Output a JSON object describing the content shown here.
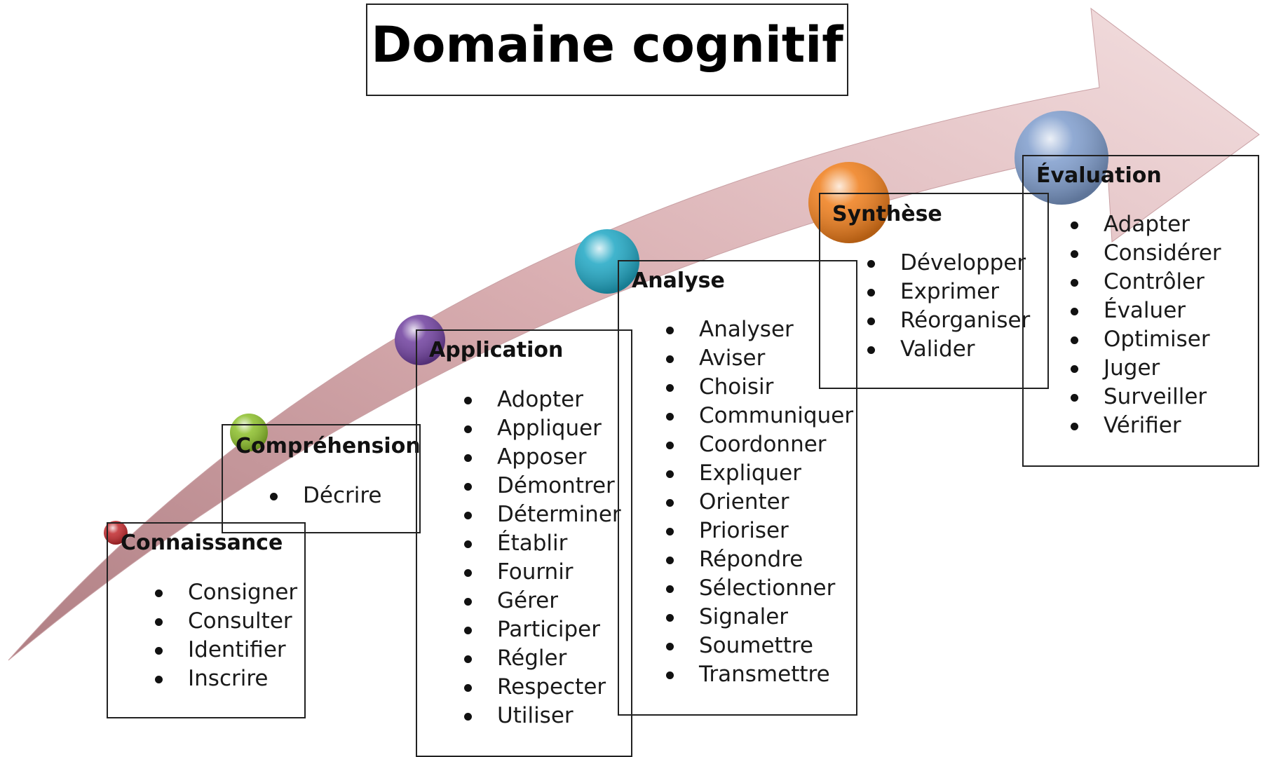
{
  "title": "Domaine cognitif",
  "colors": {
    "arrow": "#c98f93",
    "connaissance": "#c0282c",
    "comprehension": "#8cbf2a",
    "application": "#6f3f9e",
    "analyse": "#1fa7c4",
    "synthese": "#ef7d1a",
    "evaluation": "#7e9ccc"
  },
  "levels": [
    {
      "id": "connaissance",
      "title": "Connaissance",
      "color_key": "connaissance",
      "verbs": [
        "Consigner",
        "Consulter",
        "Identifier",
        "Inscrire"
      ]
    },
    {
      "id": "comprehension",
      "title": "Compréhension",
      "color_key": "comprehension",
      "verbs": [
        "Décrire"
      ]
    },
    {
      "id": "application",
      "title": "Application",
      "color_key": "application",
      "verbs": [
        "Adopter",
        "Appliquer",
        "Apposer",
        "Démontrer",
        "Déterminer",
        "Établir",
        "Fournir",
        "Gérer",
        "Participer",
        "Régler",
        "Respecter",
        "Utiliser"
      ]
    },
    {
      "id": "analyse",
      "title": "Analyse",
      "color_key": "analyse",
      "verbs": [
        "Analyser",
        "Aviser",
        "Choisir",
        "Communiquer",
        "Coordonner",
        "Expliquer",
        "Orienter",
        "Prioriser",
        "Répondre",
        "Sélectionner",
        "Signaler",
        "Soumettre",
        "Transmettre"
      ]
    },
    {
      "id": "synthese",
      "title": "Synthèse",
      "color_key": "synthese",
      "verbs": [
        "Développer",
        "Exprimer",
        "Réorganiser",
        "Valider"
      ]
    },
    {
      "id": "evaluation",
      "title": "Évaluation",
      "color_key": "evaluation",
      "verbs": [
        "Adapter",
        "Considérer",
        "Contrôler",
        "Évaluer",
        "Optimiser",
        "Juger",
        "Surveiller",
        "Vérifier"
      ]
    }
  ]
}
